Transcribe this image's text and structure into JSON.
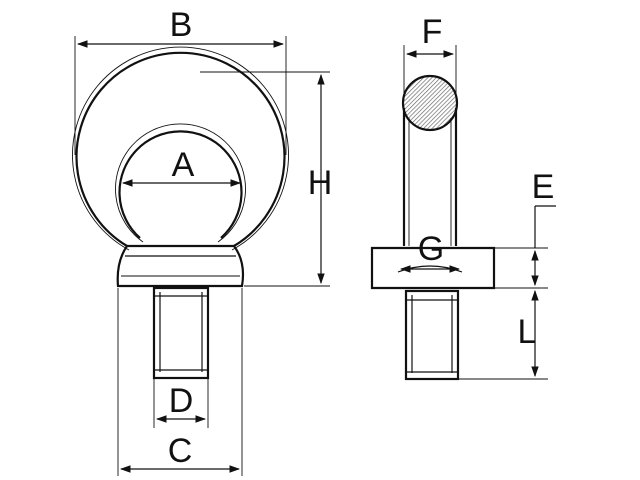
{
  "diagram": {
    "labels": {
      "A": "A",
      "B": "B",
      "C": "C",
      "D": "D",
      "E": "E",
      "F": "F",
      "G": "G",
      "H": "H",
      "L": "L"
    },
    "colors": {
      "ink": "#111111",
      "background": "#ffffff",
      "hatch": "#6a6a6a"
    }
  }
}
